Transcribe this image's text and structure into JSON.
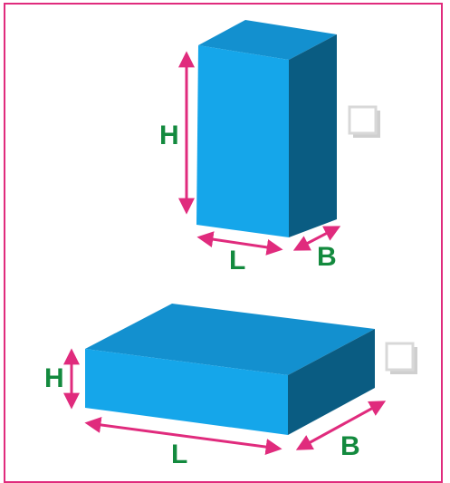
{
  "colors": {
    "frame": "#e02b7d",
    "arrow": "#e02b7d",
    "label": "#138a3e",
    "box_front": "#15a6ea",
    "box_top": "#1390cf",
    "box_side": "#0a5c82",
    "checkbox_shadow": "#cfcfcf",
    "checkbox_border": "#d8d8d8"
  },
  "tall_box": {
    "labels": {
      "height": "H",
      "length": "L",
      "breadth": "B"
    },
    "checkbox": {
      "checked": false,
      "icon": "empty-checkbox-icon"
    }
  },
  "flat_box": {
    "labels": {
      "height": "H",
      "length": "L",
      "breadth": "B"
    },
    "checkbox": {
      "checked": false,
      "icon": "empty-checkbox-icon"
    }
  }
}
